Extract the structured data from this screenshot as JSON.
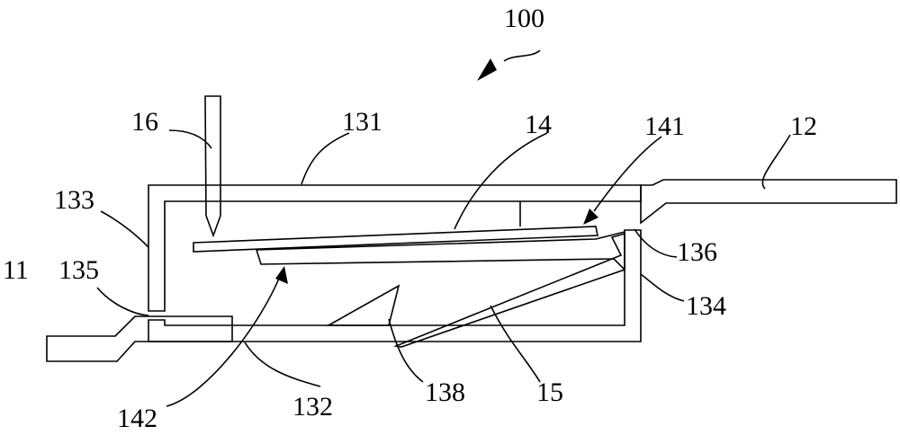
{
  "labels": {
    "assembly": "100",
    "contact": "16",
    "top_wall": "131",
    "movable_piece": "14",
    "layer_141": "141",
    "terminal_right": "12",
    "left_wall": "133",
    "terminal_left": "11",
    "step_135": "135",
    "corner_136": "136",
    "right_wall": "134",
    "layer_142": "142",
    "bottom_wall": "132",
    "protrusion": "138",
    "spring": "15"
  }
}
